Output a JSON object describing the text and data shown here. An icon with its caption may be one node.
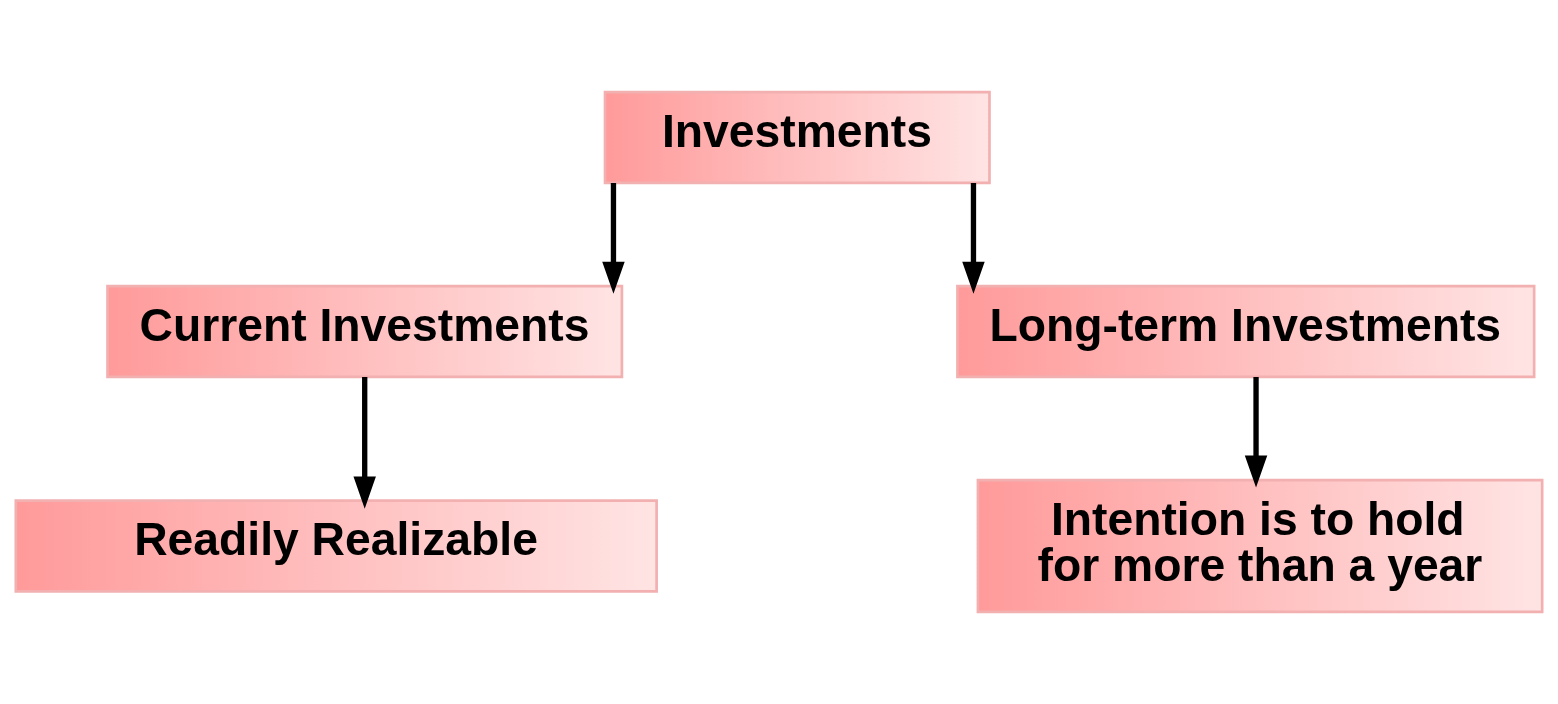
{
  "diagram": {
    "nodes": [
      {
        "text": [
          "Investments"
        ]
      },
      {
        "text": [
          "Current Investments"
        ]
      },
      {
        "text": [
          "Long-term Investments"
        ]
      },
      {
        "text": [
          "Readily Realizable"
        ]
      },
      {
        "text": [
          "Intention is to hold for more than a year"
        ]
      }
    ],
    "edges": [
      {
        "from": 0,
        "to": 1,
        "arrow": "to"
      },
      {
        "from": 0,
        "to": 2,
        "arrow": "to"
      },
      {
        "from": 1,
        "to": 3,
        "arrow": "to"
      },
      {
        "from": 2,
        "to": 4,
        "arrow": "to"
      }
    ]
  }
}
